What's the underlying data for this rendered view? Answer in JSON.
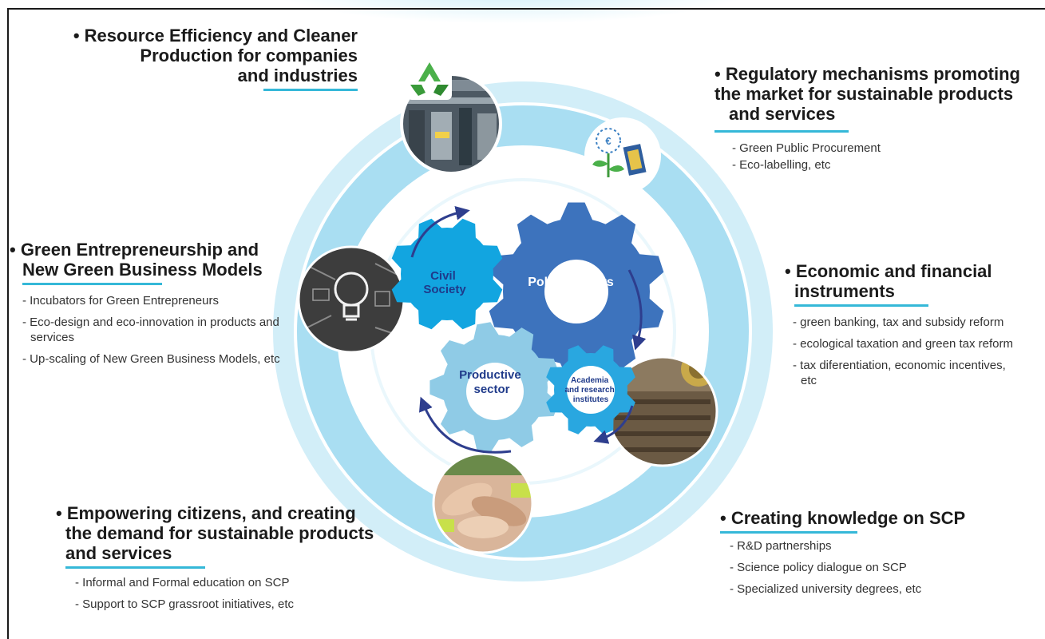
{
  "center": {
    "gear_civil": [
      "Civil",
      "Society"
    ],
    "gear_policy": "Policy-Makers",
    "gear_productive": [
      "Productive",
      "sector"
    ],
    "gear_academia": [
      "Academia",
      "and research",
      "institutes"
    ]
  },
  "sections": {
    "resource": {
      "heading": [
        "• Resource Efficiency and Cleaner",
        "Production for companies",
        "and industries"
      ],
      "items": []
    },
    "regulatory": {
      "heading": [
        "• Regulatory mechanisms promoting",
        "the market  for sustainable products",
        "and services"
      ],
      "items": [
        "- Green Public Procurement",
        "- Eco-labelling, etc"
      ]
    },
    "green": {
      "heading": [
        "• Green Entrepreneurship and",
        "New Green Business Models"
      ],
      "items": [
        "- Incubators for Green Entrepreneurs",
        "- Eco-design and eco-innovation in products and services",
        "- Up-scaling of New Green Business Models, etc"
      ]
    },
    "economic": {
      "heading": [
        "• Economic and financial",
        "instruments"
      ],
      "items": [
        "- green banking, tax and subsidy reform",
        "- ecological taxation and green tax reform",
        "- tax diferentiation, economic incentives, etc"
      ]
    },
    "empower": {
      "heading": [
        "• Empowering citizens, and creating",
        "the demand for sustainable products",
        "and services"
      ],
      "items": [
        "- Informal and Formal education on SCP",
        "- Support to SCP grassroot initiatives, etc"
      ]
    },
    "knowledge": {
      "heading": [
        "• Creating knowledge on SCP"
      ],
      "items": [
        "- R&D partnerships",
        "- Science policy dialogue on SCP",
        "- Specialized university degrees, etc"
      ]
    }
  },
  "colors": {
    "ring_outer": "#d2eef8",
    "ring_inner": "#a9def2",
    "accent": "#35b8d8",
    "gear_civil": "#12a5e0",
    "gear_policy": "#3d73bd",
    "gear_productive": "#8fcbe6",
    "gear_academia": "#29a7e0",
    "arrow": "#2e3e8e",
    "label_dark": "#1f3a8a"
  },
  "icons": [
    "recycle-icon",
    "eu-ecolabel-icon",
    "lightbulb-icon"
  ]
}
